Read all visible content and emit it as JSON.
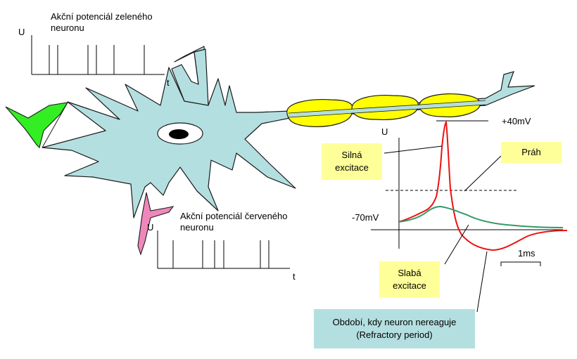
{
  "green_neuron_plot": {
    "title_line1": "Akční potenciál zeleného",
    "title_line2": "neuronu",
    "y_axis": "U",
    "x_axis": "t"
  },
  "red_neuron_plot": {
    "title_line1": "Akční potenciál červeného",
    "title_line2": "neuronu",
    "y_axis": "U",
    "x_axis": "t"
  },
  "action_potential_plot": {
    "y_axis": "U",
    "peak_label": "+40mV",
    "rest_label": "-70mV",
    "time_scale": "1ms"
  },
  "callouts": {
    "strong_line1": "Silná",
    "strong_line2": "excitace",
    "threshold": "Práh",
    "weak_line1": "Slabá",
    "weak_line2": "excitace",
    "refractory_line1": "Období, kdy neuron nereaguje",
    "refractory_line2": "(Refractory period)"
  },
  "colors": {
    "neuron_body": "#b4dfe0",
    "myelin": "#ffff00",
    "green_synapse": "#33ee22",
    "red_synapse": "#ee88bb",
    "strong_trace": "#ee1111",
    "weak_trace": "#339966",
    "callout_yellow": "#ffff99",
    "callout_blue": "#b4dfe0"
  }
}
